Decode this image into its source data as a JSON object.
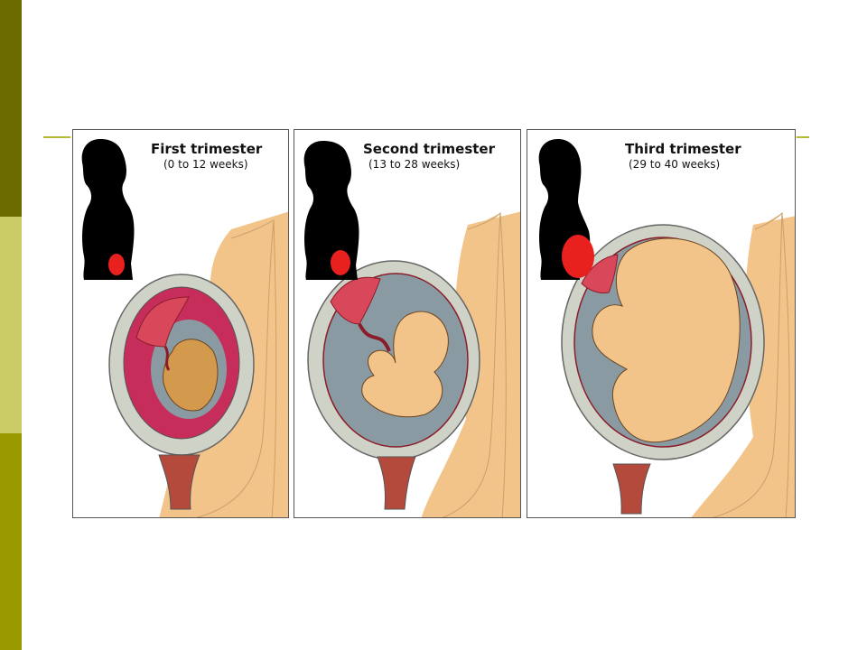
{
  "colors": {
    "bar_dark": "#6b6b00",
    "bar_light": "#cccc66",
    "bar_mid": "#999900",
    "rule": "#b8b833",
    "skin": "#f2c48a",
    "amniotic": "#8a9aa3",
    "uterus_wall": "#cfd2c6",
    "placenta": "#d8485a",
    "silhouette": "#000000",
    "uterus_highlight": "#e8201e"
  },
  "panels": [
    {
      "title": "First trimester",
      "subtitle": "(0 to 12 weeks)"
    },
    {
      "title": "Second trimester",
      "subtitle": "(13 to 28 weeks)"
    },
    {
      "title": "Third trimester",
      "subtitle": "(29 to 40 weeks)"
    }
  ]
}
